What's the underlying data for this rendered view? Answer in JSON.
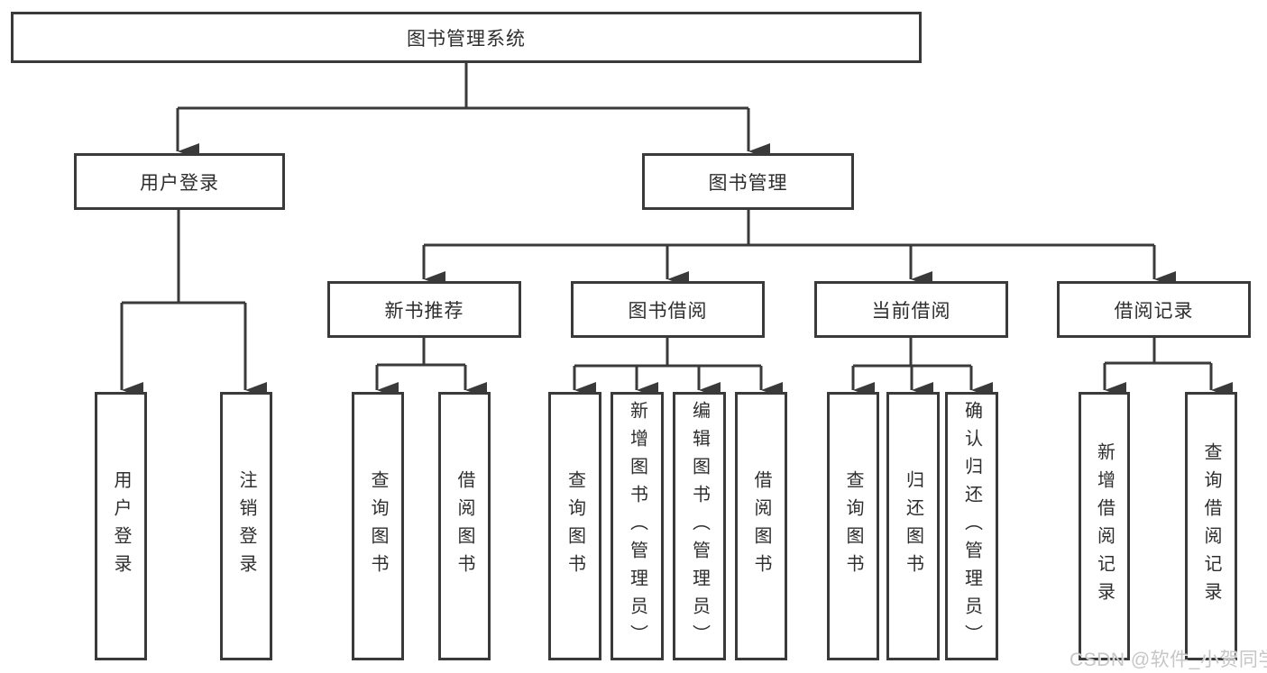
{
  "style": {
    "line_color": "#3a3a3a",
    "box_border_color": "#3a3a3a",
    "box_fill": "#ffffff",
    "text_color": "#2e2e2e",
    "watermark_color": "#c6c6c6"
  },
  "watermark": {
    "text": "CSDN @软件_小贺同学"
  },
  "tree": {
    "root": {
      "label": "图书管理系统",
      "children": [
        {
          "label": "用户登录",
          "children": [
            {
              "label": "用户登录"
            },
            {
              "label": "注销登录"
            }
          ]
        },
        {
          "label": "图书管理",
          "children": [
            {
              "label": "新书推荐",
              "children": [
                {
                  "label": "查询图书"
                },
                {
                  "label": "借阅图书"
                }
              ]
            },
            {
              "label": "图书借阅",
              "children": [
                {
                  "label": "查询图书"
                },
                {
                  "label": "新增图书（管理员）"
                },
                {
                  "label": "编辑图书（管理员）"
                },
                {
                  "label": "借阅图书"
                }
              ]
            },
            {
              "label": "当前借阅",
              "children": [
                {
                  "label": "查询图书"
                },
                {
                  "label": "归还图书"
                },
                {
                  "label": "确认归还（管理员）"
                }
              ]
            },
            {
              "label": "借阅记录",
              "children": [
                {
                  "label": "新增借阅记录"
                },
                {
                  "label": "查询借阅记录"
                }
              ]
            }
          ]
        }
      ]
    }
  }
}
